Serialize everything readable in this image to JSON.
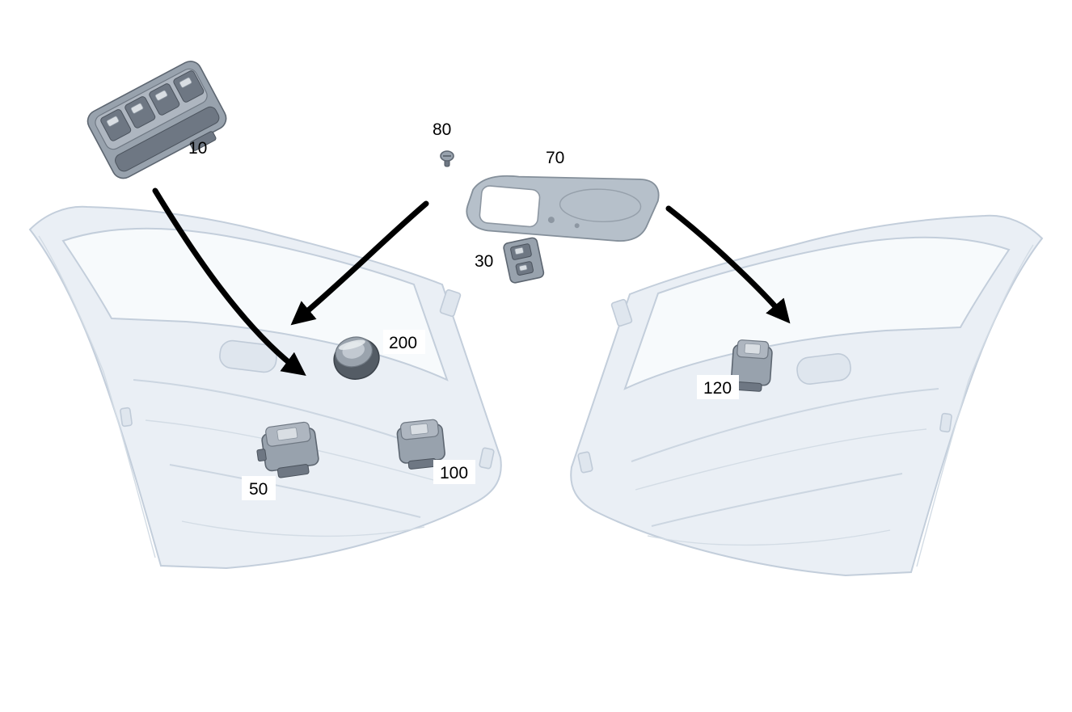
{
  "diagram": {
    "kind": "car-door-switch-parts-diagram",
    "labels": {
      "p10": "10",
      "p80": "80",
      "p70": "70",
      "p30": "30",
      "p200": "200",
      "p50": "50",
      "p100": "100",
      "p120": "120"
    },
    "colors": {
      "background": "#ffffff",
      "ghost_fill": "#eaeff5",
      "ghost_stroke": "#c3cedb",
      "part_fill": "#98a2ad",
      "part_dark": "#6e7783",
      "trim_fill": "#b6c0ca",
      "arrow": "#000000",
      "label_text": "#000000",
      "label_box": "#ffffff"
    }
  }
}
